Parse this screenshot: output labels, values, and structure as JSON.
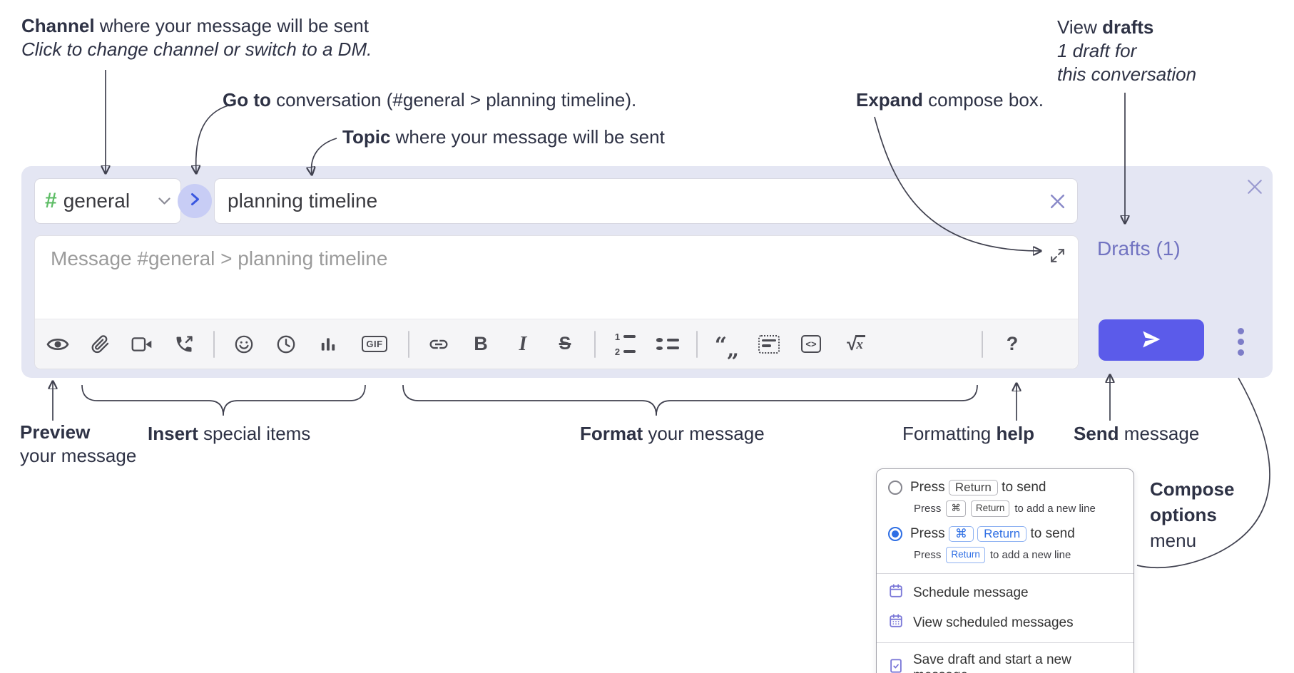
{
  "annotations": {
    "channel": {
      "bold": "Channel",
      "rest": " where your message will be sent",
      "line2": "Click to change channel or switch to a DM."
    },
    "goto": {
      "bold": "Go to",
      "rest": " conversation (#general > planning timeline)."
    },
    "topic": {
      "bold": "Topic",
      "rest": " where your message will be sent"
    },
    "expand": {
      "bold": "Expand",
      "rest": " compose box."
    },
    "drafts": {
      "line1_pre": "View ",
      "line1_bold": "drafts",
      "line2": "1 draft for",
      "line3": "this conversation"
    },
    "preview": {
      "bold": "Preview",
      "line2": "your message"
    },
    "insert": {
      "bold": "Insert",
      "rest": " special items"
    },
    "format": {
      "bold": "Format",
      "rest": " your message"
    },
    "help": {
      "pre": "Formatting ",
      "bold": "help"
    },
    "send": {
      "bold": "Send",
      "rest": " message"
    },
    "compose_options": {
      "line1": "Compose",
      "line2": "options",
      "line3": "menu"
    }
  },
  "compose": {
    "channel": {
      "hash": "#",
      "label": "general"
    },
    "topic_value": "planning timeline",
    "message_placeholder": "Message #general > planning timeline",
    "drafts_link": "Drafts (1)"
  },
  "toolbar": {
    "icons": [
      "preview-eye",
      "attach-paperclip",
      "video-call",
      "voice-call",
      "emoji",
      "time",
      "poll",
      "gif",
      "link",
      "bold",
      "italic",
      "strikethrough",
      "numbered-list",
      "bulleted-list",
      "quote",
      "spoiler",
      "code",
      "math",
      "help"
    ],
    "gif": "GIF",
    "bold": "B",
    "italic": "I",
    "strike": "S",
    "code": "<>",
    "math_root": "√",
    "math_var": "x",
    "help": "?",
    "quote_open": "“",
    "quote_close": "„",
    "ol_1": "1",
    "ol_2": "2"
  },
  "popup": {
    "option1": {
      "press": "Press",
      "key1": "Return",
      "tail": "to send"
    },
    "option1_sub": {
      "press": "Press",
      "key1": "⌘",
      "key2": "Return",
      "tail": "to add a new line"
    },
    "option2": {
      "press": "Press",
      "key1": "⌘",
      "key2": "Return",
      "tail": "to send"
    },
    "option2_sub": {
      "press": "Press",
      "key1": "Return",
      "tail": "to add a new line"
    },
    "items": [
      {
        "icon": "calendar-icon",
        "label": "Schedule message"
      },
      {
        "icon": "calendar-grid-icon",
        "label": "View scheduled messages"
      },
      {
        "icon": "draft-check-icon",
        "label": "Save draft and start a new message"
      }
    ]
  },
  "colors": {
    "compose_bg": "#e4e6f3",
    "send_button": "#5b5bea",
    "hash_green": "#5ebd66",
    "accent_indigo": "#7173c1",
    "popup_blue": "#2f6fe4",
    "popup_purple_icon": "#7b78d8"
  }
}
